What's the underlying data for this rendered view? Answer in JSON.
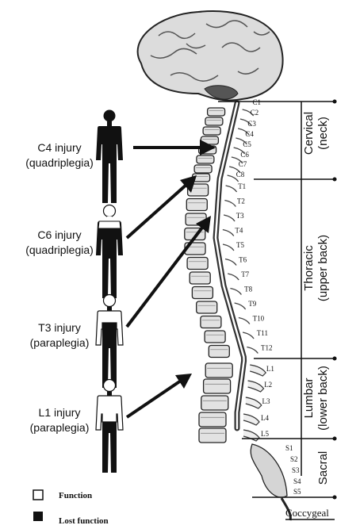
{
  "injuries": [
    {
      "title": "C4 injury",
      "subtitle": "(quadriplegia)"
    },
    {
      "title": "C6 injury",
      "subtitle": "(quadriplegia)"
    },
    {
      "title": "T3 injury",
      "subtitle": "(paraplegia)"
    },
    {
      "title": "L1 injury",
      "subtitle": "(paraplegia)"
    }
  ],
  "vertebrae": {
    "cervical": [
      "C1",
      "C2",
      "C3",
      "C4",
      "C5",
      "C6",
      "C7",
      "C8"
    ],
    "thoracic": [
      "T1",
      "T2",
      "T3",
      "T4",
      "T5",
      "T6",
      "T7",
      "T8",
      "T9",
      "T10",
      "T11",
      "T12"
    ],
    "lumbar": [
      "L1",
      "L2",
      "L3",
      "L4",
      "L5"
    ],
    "sacral": [
      "S1",
      "S2",
      "S3",
      "S4",
      "S5"
    ]
  },
  "regions": {
    "cervical": {
      "line1": "Cervical",
      "line2": "(neck)"
    },
    "thoracic": {
      "line1": "Thoracic",
      "line2": "(upper back)"
    },
    "lumbar": {
      "line1": "Lumbar",
      "line2": "(lower back)"
    },
    "sacral": {
      "line1": "Sacral"
    },
    "coccygeal": "Coccygeal"
  },
  "legend": {
    "function": "Function",
    "lost_function": "Lost function"
  }
}
